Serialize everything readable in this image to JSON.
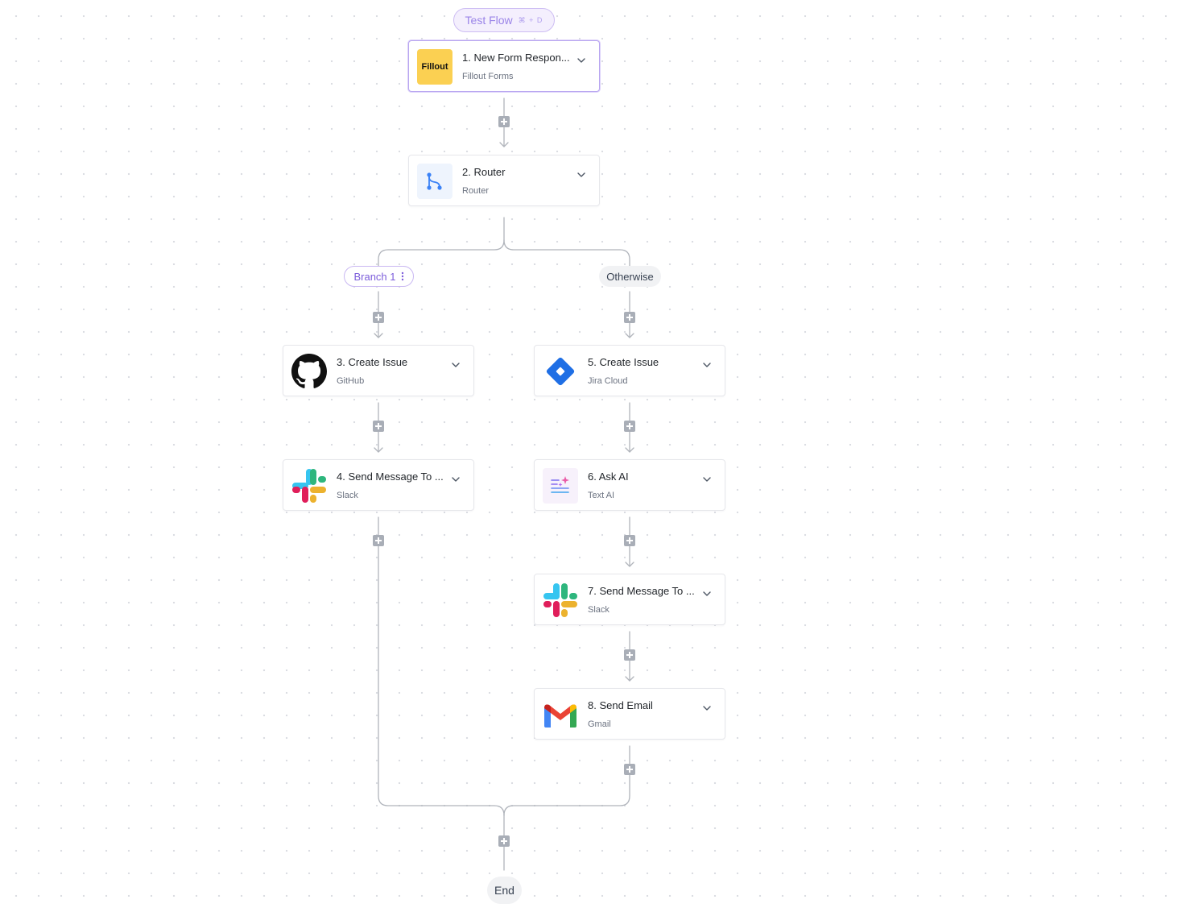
{
  "toolbar": {
    "test_flow_label": "Test Flow",
    "test_flow_shortcut": "⌘ + D"
  },
  "steps": [
    {
      "title": "1. New Form Respon...",
      "subtitle": "Fillout Forms",
      "icon": "fillout-logo",
      "logo_text": "Fillout",
      "selected": true
    },
    {
      "title": "2. Router",
      "subtitle": "Router",
      "icon": "router-icon"
    },
    {
      "title": "3. Create Issue",
      "subtitle": "GitHub",
      "icon": "github-icon"
    },
    {
      "title": "4. Send Message To ...",
      "subtitle": "Slack",
      "icon": "slack-icon"
    },
    {
      "title": "5. Create Issue",
      "subtitle": "Jira Cloud",
      "icon": "jira-icon"
    },
    {
      "title": "6. Ask AI",
      "subtitle": "Text AI",
      "icon": "text-ai-icon"
    },
    {
      "title": "7. Send Message To ...",
      "subtitle": "Slack",
      "icon": "slack-icon"
    },
    {
      "title": "8. Send Email",
      "subtitle": "Gmail",
      "icon": "gmail-icon"
    }
  ],
  "branches": {
    "branch1_label": "Branch 1",
    "otherwise_label": "Otherwise"
  },
  "end_label": "End",
  "colors": {
    "accent": "#7c5ddb",
    "selected_border": "#b8a6f0",
    "connector": "#b0b4bb",
    "plus_button": "#a9aeb7"
  }
}
